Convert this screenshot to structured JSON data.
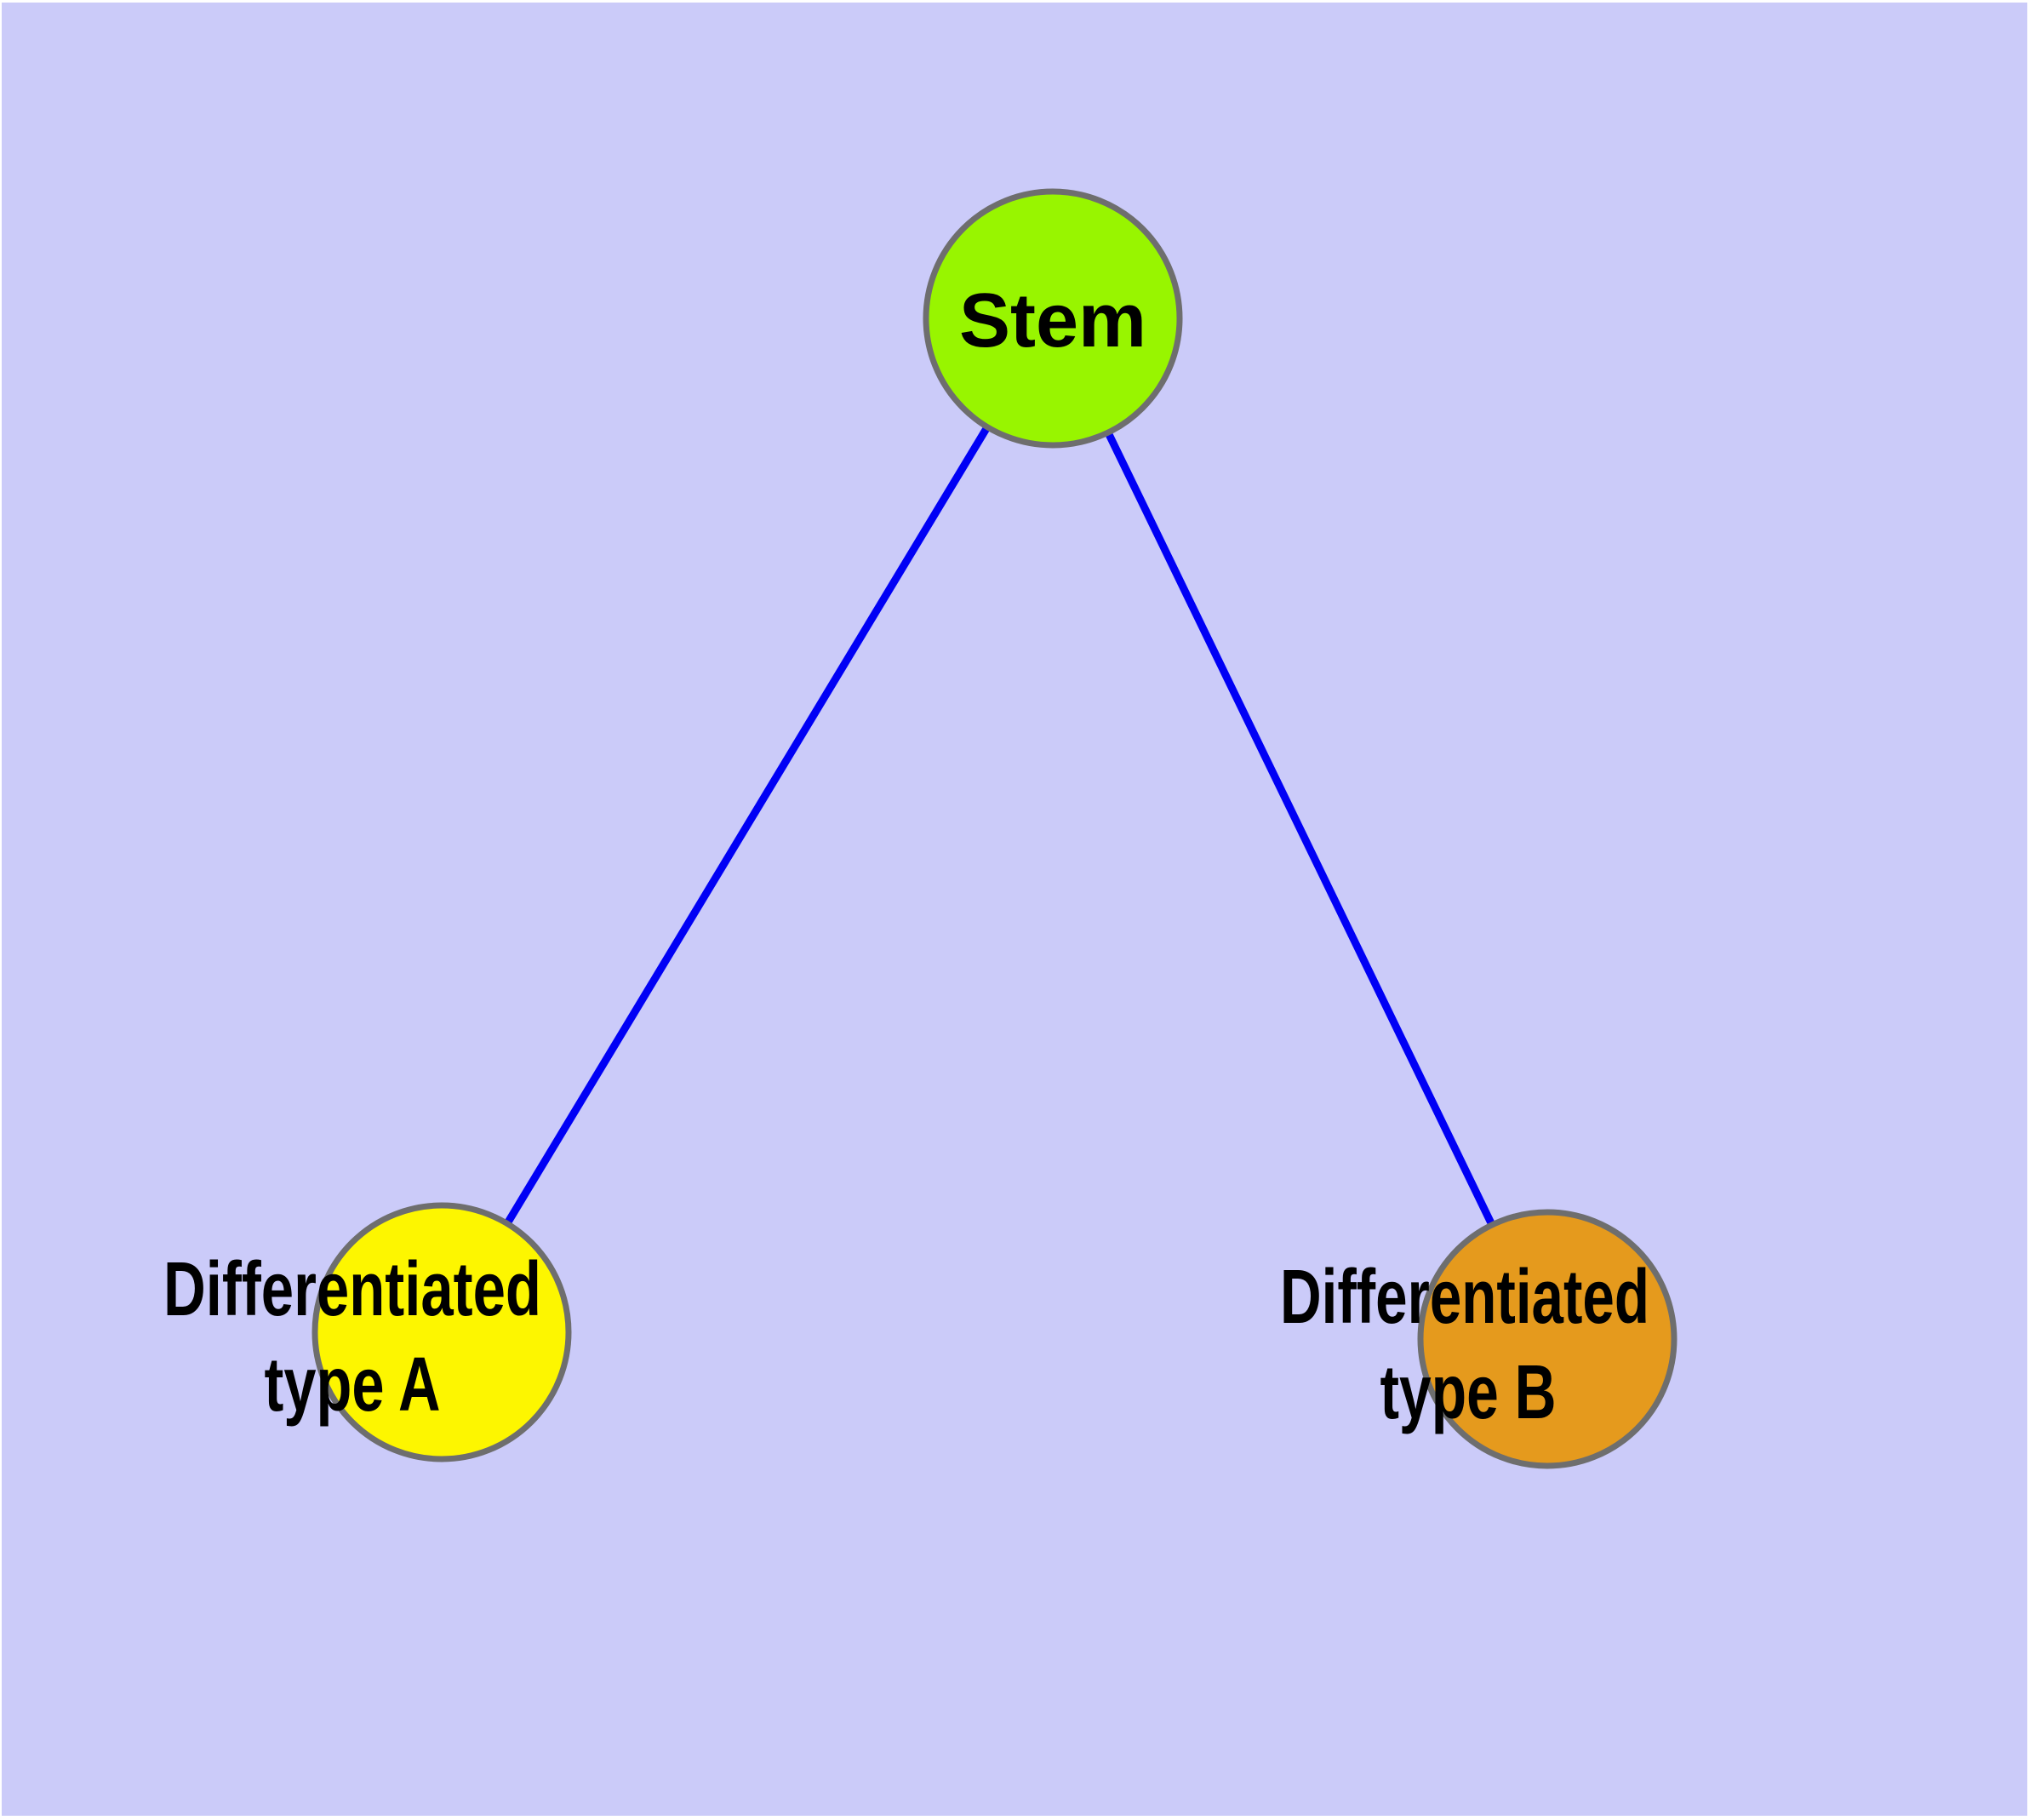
{
  "diagram": {
    "title": "",
    "background_color": "#CBCBF9",
    "edge_color": "#0000F5",
    "node_border_color": "#6E6E6E",
    "label_color": "#000000",
    "nodes": [
      {
        "id": "stem",
        "label": "Stem",
        "label_line1": "Stem",
        "label_line2": "",
        "fill": "#98F500"
      },
      {
        "id": "diff-a",
        "label": "Differentiated type A",
        "label_line1": "Differentiated",
        "label_line2": "type A",
        "fill": "#FDF600"
      },
      {
        "id": "diff-b",
        "label": "Differentiated type B",
        "label_line1": "Differentiated",
        "label_line2": "type B",
        "fill": "#E59A1D"
      }
    ],
    "edges": [
      {
        "from": "stem",
        "to": "diff-a"
      },
      {
        "from": "stem",
        "to": "diff-b"
      }
    ]
  }
}
